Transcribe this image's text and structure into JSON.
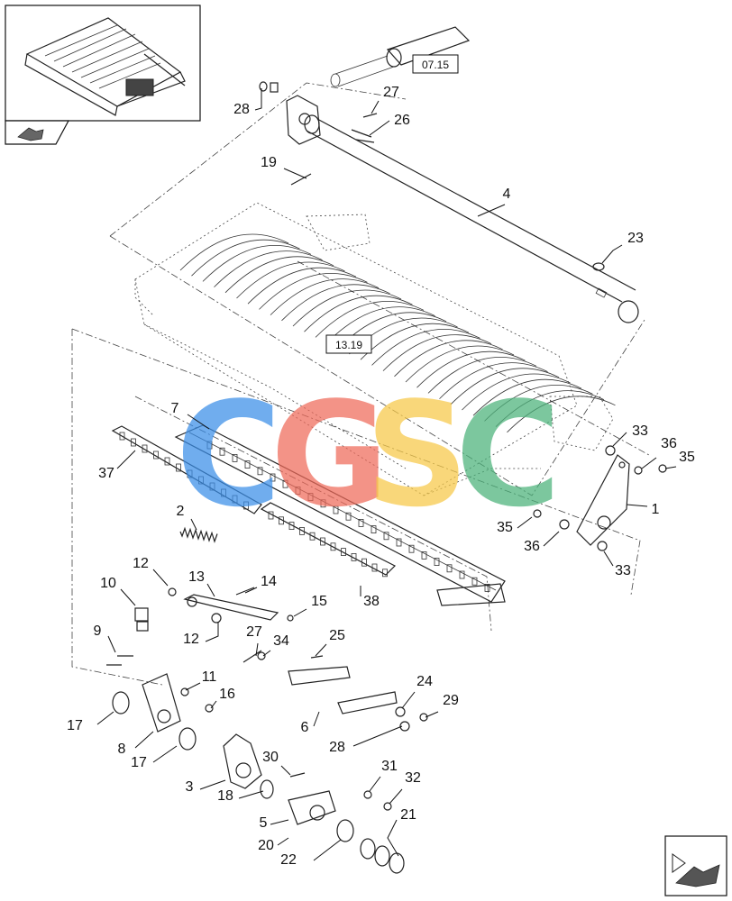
{
  "reference_boxes": [
    "07.15",
    "13.19"
  ],
  "watermark": {
    "letters": [
      "C",
      "G",
      "S",
      "C"
    ],
    "colors": [
      "#3a8ee8",
      "#ef6a5a",
      "#f7c948",
      "#4bb27a"
    ]
  },
  "callouts": [
    "28",
    "27",
    "26",
    "19",
    "4",
    "23",
    "7",
    "37",
    "2",
    "33",
    "36",
    "35",
    "1",
    "35",
    "36",
    "33",
    "12",
    "13",
    "14",
    "15",
    "10",
    "9",
    "12",
    "27",
    "34",
    "25",
    "38",
    "11",
    "16",
    "17",
    "8",
    "17",
    "24",
    "29",
    "6",
    "28",
    "30",
    "3",
    "31",
    "32",
    "18",
    "5",
    "20",
    "21",
    "22"
  ],
  "icons": {
    "overview": "machine-overview-thumbnail",
    "nav_back": "previous-page-arrow-icon",
    "nav_next": "next-page-arrow-icon"
  }
}
